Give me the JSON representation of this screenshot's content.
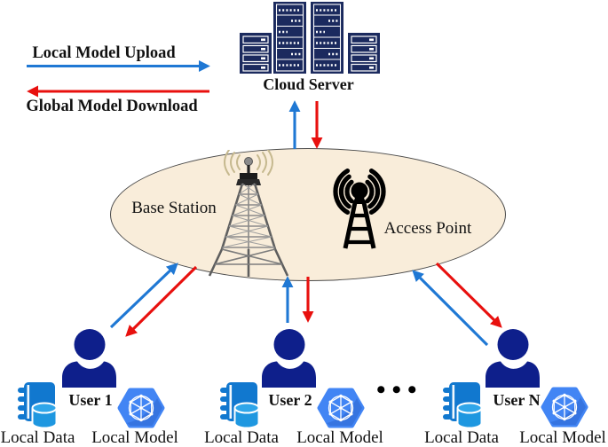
{
  "legend": {
    "upload_label": "Local Model Upload",
    "download_label": "Global Model Download"
  },
  "cloud_server": {
    "label": "Cloud Server"
  },
  "coverage_area": {
    "base_station_label": "Base Station",
    "access_point_label": "Access Point"
  },
  "users": [
    {
      "name": "User 1",
      "data_label": "Local Data",
      "model_label": "Local Model"
    },
    {
      "name": "User 2",
      "data_label": "Local Data",
      "model_label": "Local Model"
    },
    {
      "name": "User N",
      "data_label": "Local Data",
      "model_label": "Local Model"
    }
  ],
  "ellipsis": "•••",
  "colors": {
    "upload_blue": "#1f78d4",
    "download_red": "#e8100e",
    "server_navy": "#1b2a5e",
    "person_navy": "#0e1f8b",
    "data_blue": "#1178cf",
    "cylinder_blue": "#1e97e0",
    "model_blue": "#4285f4",
    "ellipse_fill": "#f9edda",
    "ellipse_stroke": "#4a4a4a"
  }
}
